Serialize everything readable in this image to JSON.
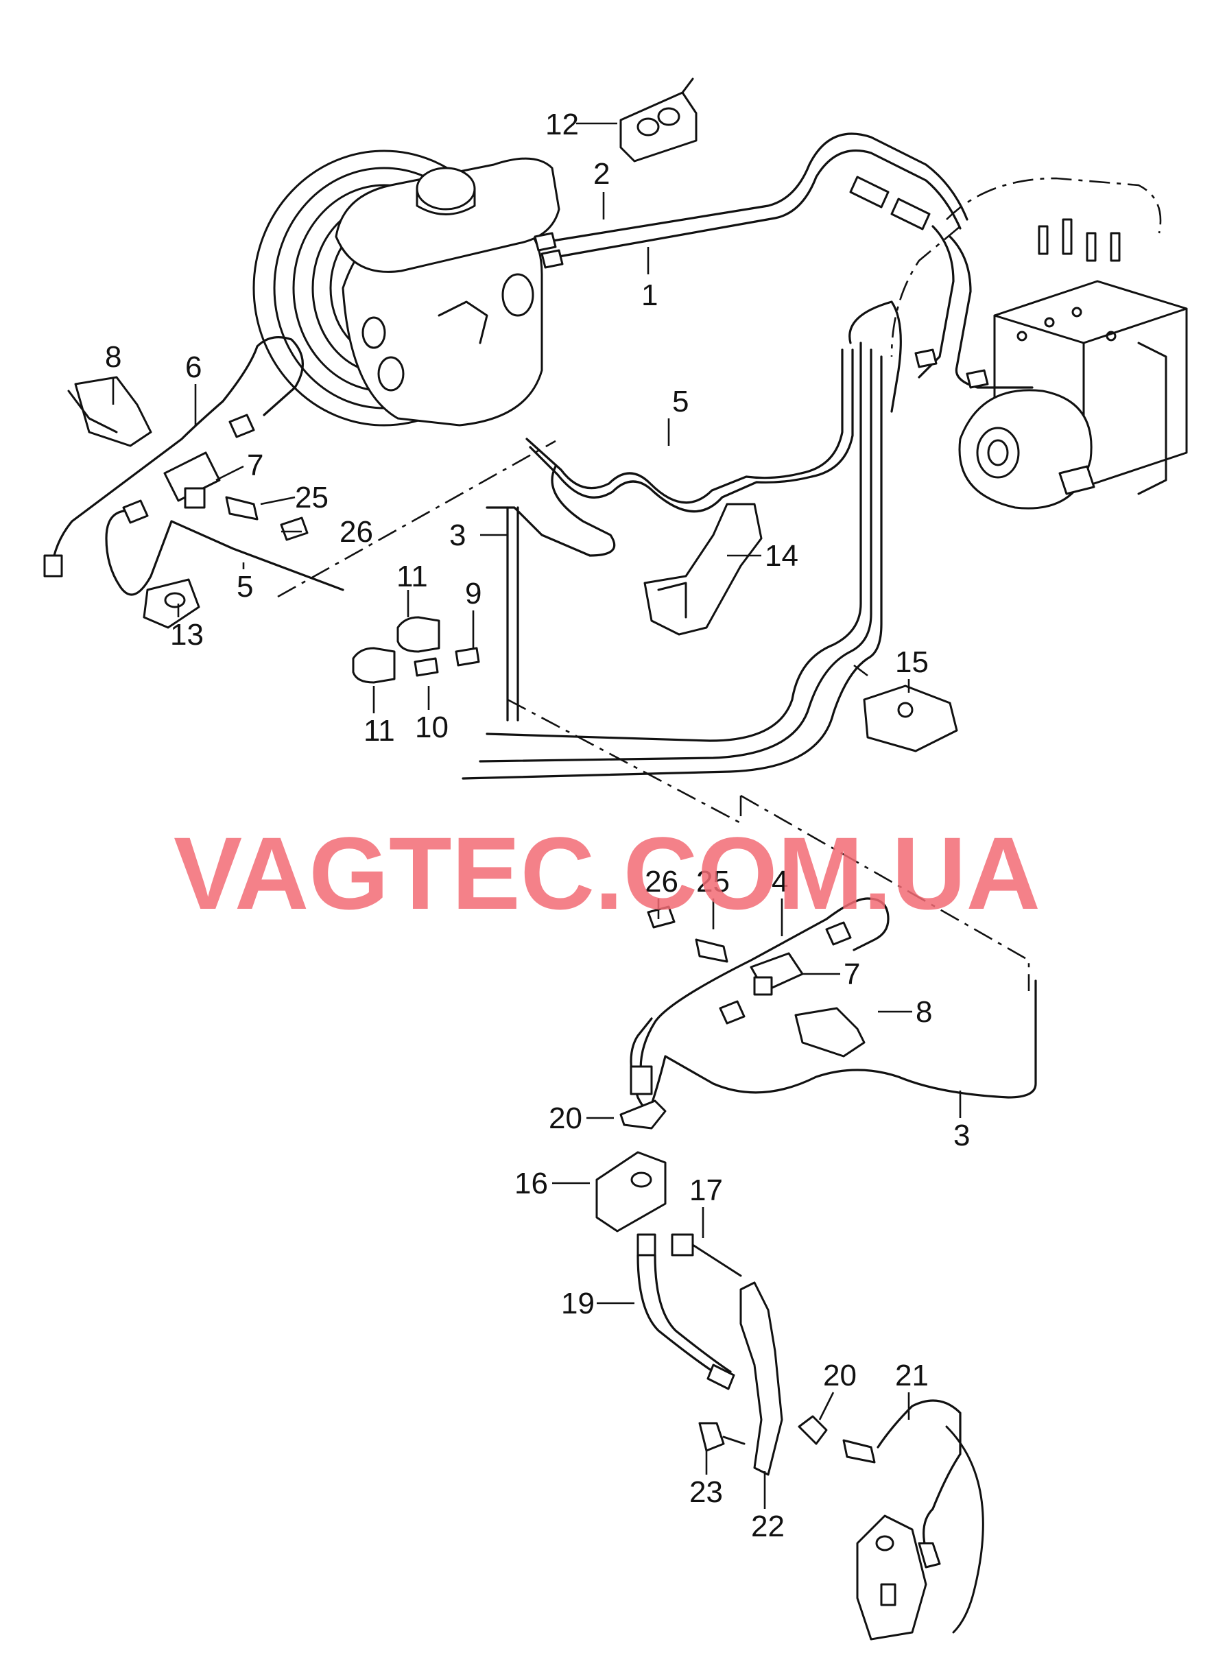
{
  "watermark": {
    "text": "VAGTEC.COM.UA",
    "color": "#f26b74"
  },
  "colors": {
    "line": "#111111",
    "background": "#ffffff"
  },
  "callouts": [
    {
      "id": "c12",
      "label": "12"
    },
    {
      "id": "c2",
      "label": "2"
    },
    {
      "id": "c1",
      "label": "1"
    },
    {
      "id": "c8a",
      "label": "8"
    },
    {
      "id": "c6",
      "label": "6"
    },
    {
      "id": "c7a",
      "label": "7"
    },
    {
      "id": "c25a",
      "label": "25"
    },
    {
      "id": "c26a",
      "label": "26"
    },
    {
      "id": "c5a",
      "label": "5"
    },
    {
      "id": "c5b",
      "label": "5"
    },
    {
      "id": "c13",
      "label": "13"
    },
    {
      "id": "c3a",
      "label": "3"
    },
    {
      "id": "c14",
      "label": "14"
    },
    {
      "id": "c11a",
      "label": "11"
    },
    {
      "id": "c9",
      "label": "9"
    },
    {
      "id": "c11b",
      "label": "11"
    },
    {
      "id": "c10",
      "label": "10"
    },
    {
      "id": "c15",
      "label": "15"
    },
    {
      "id": "c26b",
      "label": "26"
    },
    {
      "id": "c25b",
      "label": "25"
    },
    {
      "id": "c4",
      "label": "4"
    },
    {
      "id": "c7b",
      "label": "7"
    },
    {
      "id": "c8b",
      "label": "8"
    },
    {
      "id": "c3b",
      "label": "3"
    },
    {
      "id": "c20a",
      "label": "20"
    },
    {
      "id": "c16",
      "label": "16"
    },
    {
      "id": "c17",
      "label": "17"
    },
    {
      "id": "c19",
      "label": "19"
    },
    {
      "id": "c20b",
      "label": "20"
    },
    {
      "id": "c21",
      "label": "21"
    },
    {
      "id": "c23",
      "label": "23"
    },
    {
      "id": "c22",
      "label": "22"
    }
  ]
}
